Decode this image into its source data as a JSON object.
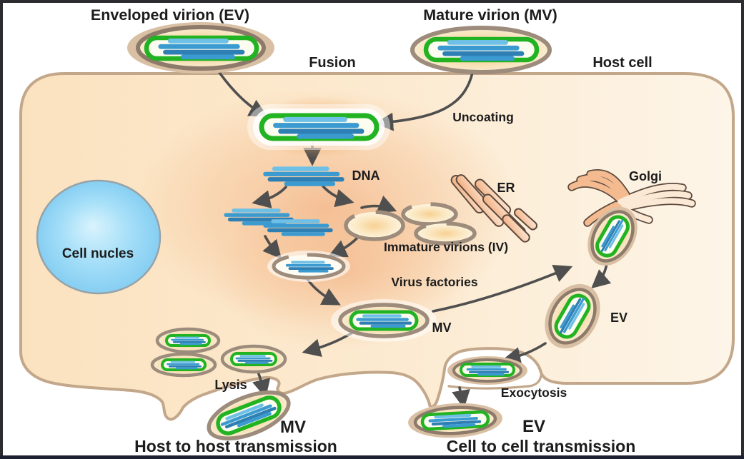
{
  "diagram": {
    "top_labels": {
      "enveloped_virion": "Enveloped virion (EV)",
      "mature_virion": "Mature virion (MV)",
      "fusion": "Fusion",
      "host_cell": "Host cell"
    },
    "process_labels": {
      "uncoating": "Uncoating",
      "dna": "DNA",
      "er": "ER",
      "golgi": "Golgi",
      "immature_virions": "Immature virions (IV)",
      "virus_factories": "Virus factories",
      "mv_factory": "MV",
      "ev_golgi": "EV",
      "lysis": "Lysis",
      "exocytosis": "Exocytosis",
      "cell_nucleus": "Cell nucles"
    },
    "released": {
      "mv": "MV",
      "ev": "EV",
      "host_to_host": "Host to host transmission",
      "cell_to_cell": "Cell to cell transmission"
    },
    "colors": {
      "capsid_green": "#22b322",
      "dna_blue": "#3b9bd1",
      "dna_blue_light": "#6fc0e6",
      "dna_blue_dark": "#2e7fb3",
      "envelope_tan": "#d9c0a4",
      "ring_brown": "#8d7a6a",
      "ring_gray_brown": "#9d8b7b",
      "membrane_tan": "#c3a78a",
      "cell_fill": "#fbe2bf",
      "cell_fill_light": "#fdf5e8",
      "factory_glow": "#f1a674",
      "nucleus_blue": "#8ed3f4",
      "organelle_salmon": "#f5bb90",
      "organelle_outline": "#5d4a3d",
      "arrow_gray": "#4f4f4f",
      "text_black": "#1c1c1c",
      "border_dark": "#2c2c31",
      "background_white": "#ffffff"
    }
  }
}
